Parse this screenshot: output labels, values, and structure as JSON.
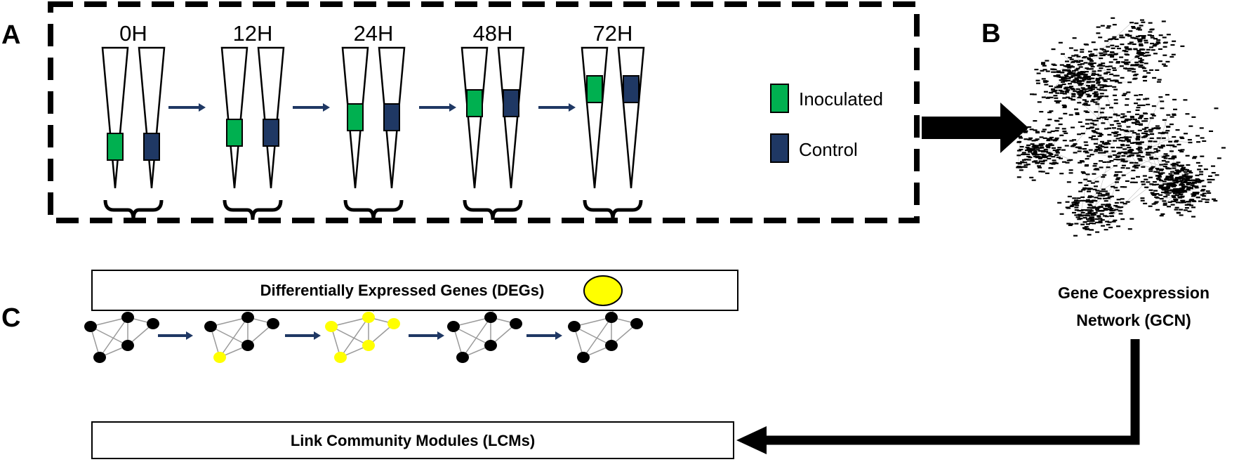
{
  "panels": {
    "a": "A",
    "b": "B",
    "c": "C"
  },
  "timepoints": [
    "0H",
    "12H",
    "24H",
    "48H",
    "72H"
  ],
  "legend": {
    "inoculated": "Inoculated",
    "control": "Control"
  },
  "boxes": {
    "degs": "Differentially Expressed Genes (DEGs)",
    "lcms": "Link Community Modules (LCMs)"
  },
  "gcn": {
    "line1": "Gene Coexpression",
    "line2": "Network (GCN)"
  },
  "colors": {
    "inoculated": "#00b050",
    "control": "#1f3864",
    "deg": "#ffff00",
    "node": "#000000",
    "arrow_small": "#1f3864"
  },
  "yellow_nodes": [
    [],
    [
      4
    ],
    [
      0,
      1,
      2,
      3,
      4
    ],
    [],
    []
  ]
}
